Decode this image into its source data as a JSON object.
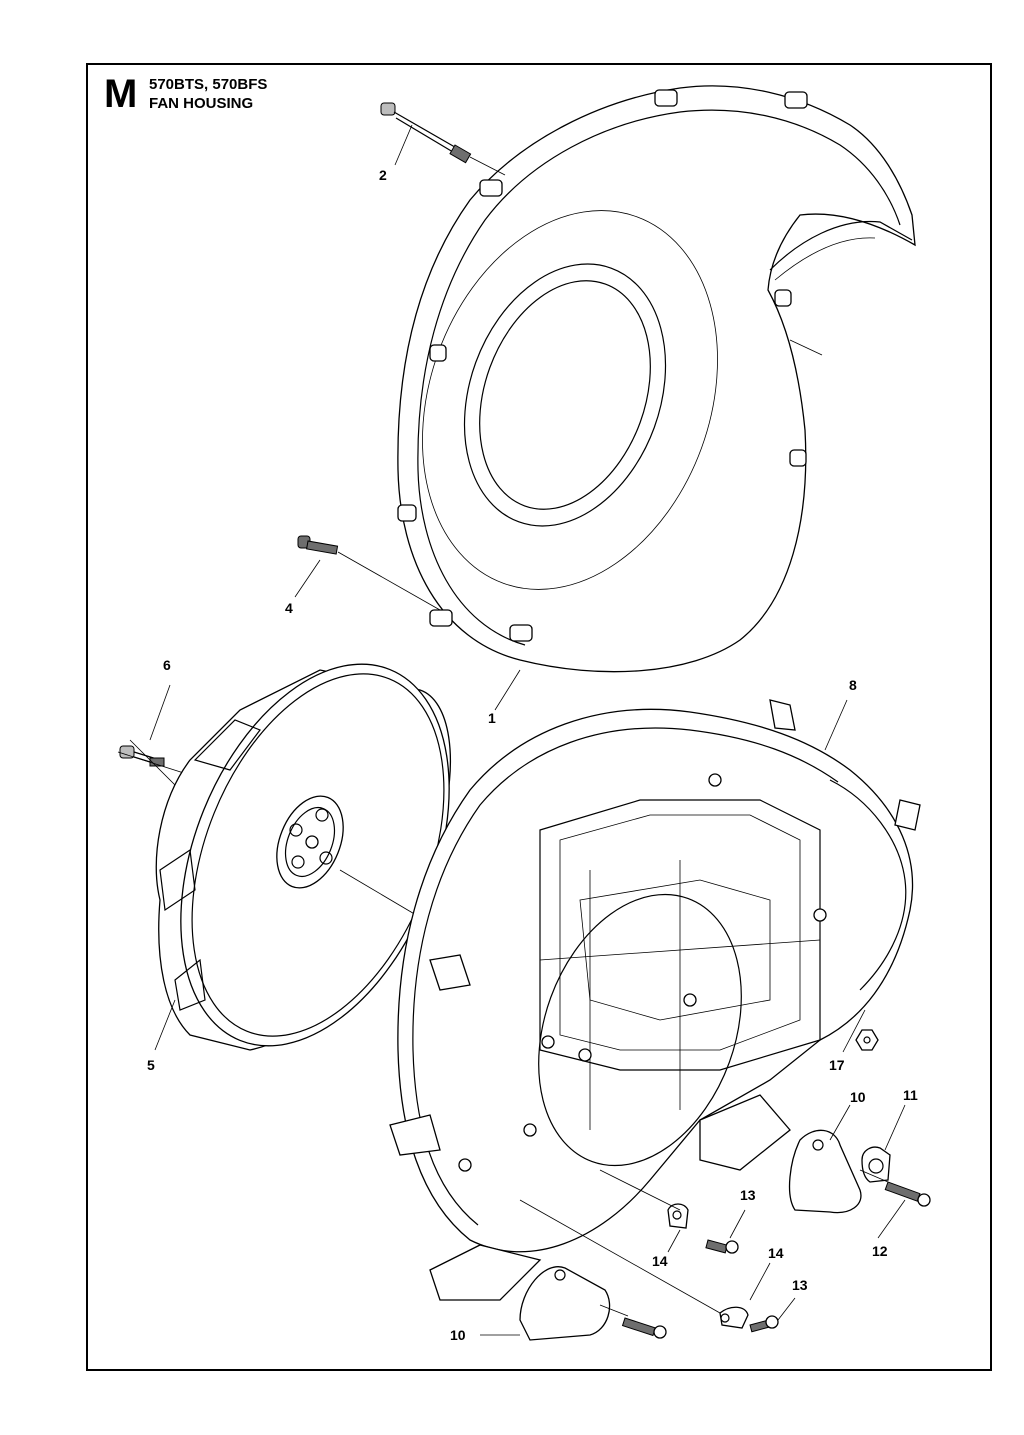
{
  "header": {
    "section_letter": "M",
    "models": "570BTS, 570BFS",
    "section_title": "FAN HOUSING"
  },
  "callouts": [
    {
      "label": "1",
      "part": "fan-housing-cover"
    },
    {
      "label": "2",
      "part": "long-screw"
    },
    {
      "label": "4",
      "part": "screw"
    },
    {
      "label": "5",
      "part": "fan-wheel"
    },
    {
      "label": "6",
      "part": "fan-screw"
    },
    {
      "label": "8",
      "part": "fan-housing-rear"
    },
    {
      "label": "10",
      "part": "bracket-right"
    },
    {
      "label": "10",
      "part": "bracket-lower"
    },
    {
      "label": "11",
      "part": "clamp-ring"
    },
    {
      "label": "12",
      "part": "bracket-screw"
    },
    {
      "label": "13",
      "part": "screw-upper"
    },
    {
      "label": "13",
      "part": "screw-lower"
    },
    {
      "label": "14",
      "part": "clip-upper"
    },
    {
      "label": "14",
      "part": "clip-lower"
    },
    {
      "label": "17",
      "part": "nut"
    }
  ]
}
